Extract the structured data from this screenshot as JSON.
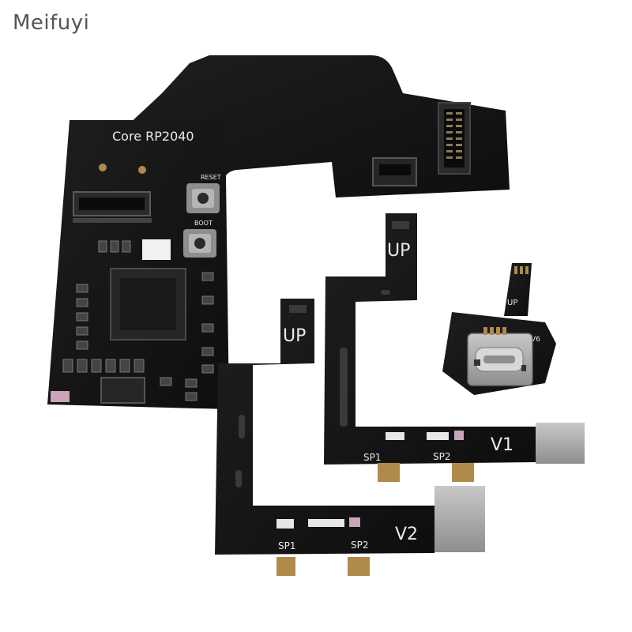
{
  "brand": {
    "name": "Meifuyi"
  },
  "main_board": {
    "title": "Core RP2040",
    "reset_label": "RESET",
    "boot_label": "BOOT"
  },
  "flex_v1": {
    "up_label": "UP",
    "sp1_label": "SP1",
    "sp2_label": "SP2",
    "version_label": "V1"
  },
  "flex_v2": {
    "up_label": "UP",
    "sp1_label": "SP1",
    "sp2_label": "SP2",
    "version_label": "V2"
  },
  "usb_adapter": {
    "up_label": "UP",
    "version_label": "V6"
  },
  "colors": {
    "pcb": "#151515",
    "silkscreen": "#e9e9e9",
    "gold_pad": "#b08a4a",
    "metal": "#9a9a9a"
  }
}
